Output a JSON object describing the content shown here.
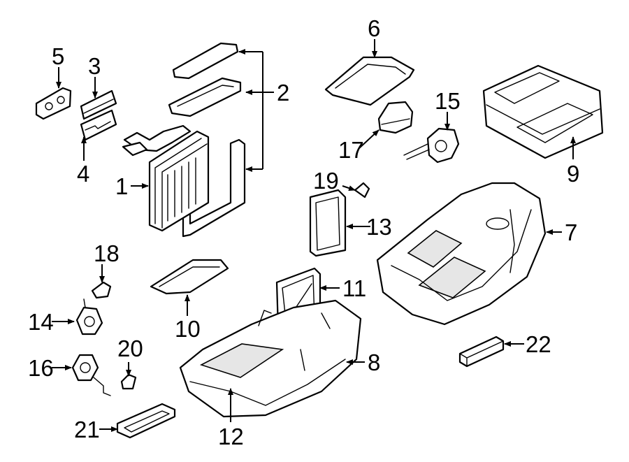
{
  "callouts": [
    {
      "id": "c1",
      "text": "1"
    },
    {
      "id": "c2",
      "text": "2"
    },
    {
      "id": "c3",
      "text": "3"
    },
    {
      "id": "c4",
      "text": "4"
    },
    {
      "id": "c5",
      "text": "5"
    },
    {
      "id": "c6",
      "text": "6"
    },
    {
      "id": "c7",
      "text": "7"
    },
    {
      "id": "c8",
      "text": "8"
    },
    {
      "id": "c9",
      "text": "9"
    },
    {
      "id": "c10",
      "text": "10"
    },
    {
      "id": "c11",
      "text": "11"
    },
    {
      "id": "c12",
      "text": "12"
    },
    {
      "id": "c13",
      "text": "13"
    },
    {
      "id": "c14",
      "text": "14"
    },
    {
      "id": "c15",
      "text": "15"
    },
    {
      "id": "c16",
      "text": "16"
    },
    {
      "id": "c17",
      "text": "17"
    },
    {
      "id": "c18",
      "text": "18"
    },
    {
      "id": "c19",
      "text": "19"
    },
    {
      "id": "c20",
      "text": "20"
    },
    {
      "id": "c21",
      "text": "21"
    },
    {
      "id": "c22",
      "text": "22"
    }
  ],
  "colors": {
    "line": "#000000",
    "background": "#ffffff",
    "shade": "#e6e6e6"
  }
}
